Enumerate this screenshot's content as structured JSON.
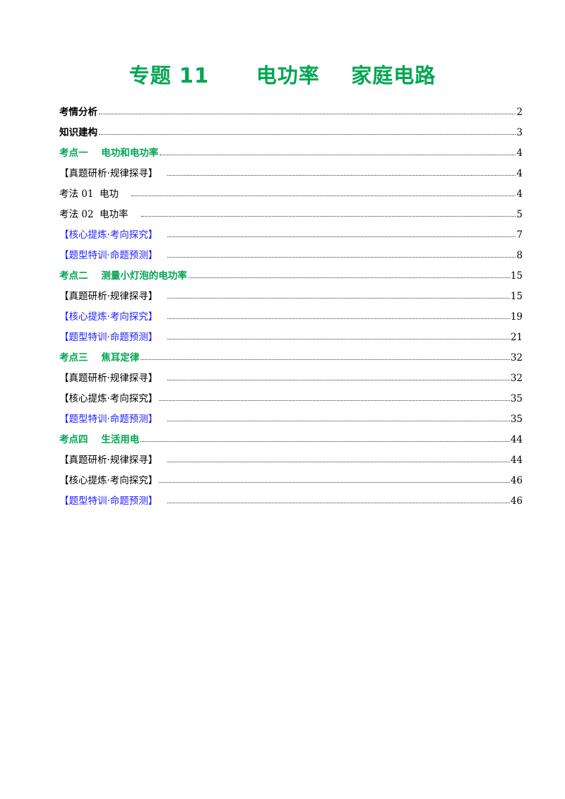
{
  "title": "专题 11      电功率    家庭电路",
  "colors": {
    "section": "#00a651",
    "highlight": "#1f1fff",
    "text": "#000000"
  },
  "toc": [
    {
      "label": "考情分析",
      "page": "2",
      "style": "bold"
    },
    {
      "label": "知识建构",
      "page": "3",
      "style": "bold"
    },
    {
      "label": "考点一    电功和电功率",
      "page": "4",
      "style": "green"
    },
    {
      "label": "【真题研析·规律探寻】",
      "page": "4",
      "style": "normal-indent"
    },
    {
      "label": "考法 01  电功 ",
      "page": "4",
      "style": "normal-indent"
    },
    {
      "label": "考法 02  电功率 ",
      "page": "5",
      "style": "normal-indent"
    },
    {
      "label": "【核心提炼·考向探究】",
      "page": "7",
      "style": "blue-indent"
    },
    {
      "label": "【题型特训·命题预测】",
      "page": "8",
      "style": "blue-indent"
    },
    {
      "label": "考点二    测量小灯泡的电功率",
      "page": "15",
      "style": "green"
    },
    {
      "label": "【真题研析·规律探寻】",
      "page": "15",
      "style": "normal-indent"
    },
    {
      "label": "【核心提炼·考向探究】",
      "page": "19",
      "style": "blue-indent"
    },
    {
      "label": "【题型特训·命题预测】",
      "page": "21",
      "style": "blue-indent"
    },
    {
      "label": "考点三    焦耳定律",
      "page": "32",
      "style": "green"
    },
    {
      "label": "【真题研析·规律探寻】",
      "page": "32",
      "style": "normal-indent"
    },
    {
      "label": "【核心提炼·考向探究】",
      "page": "35",
      "style": "normal"
    },
    {
      "label": "【题型特训·命题预测】",
      "page": "35",
      "style": "blue-indent"
    },
    {
      "label": "考点四    生活用电",
      "page": "44",
      "style": "green"
    },
    {
      "label": "【真题研析·规律探寻】",
      "page": "44",
      "style": "normal-indent"
    },
    {
      "label": "【核心提炼·考向探究】",
      "page": "46",
      "style": "normal"
    },
    {
      "label": "【题型特训·命题预测】",
      "page": "46",
      "style": "blue-indent"
    }
  ]
}
